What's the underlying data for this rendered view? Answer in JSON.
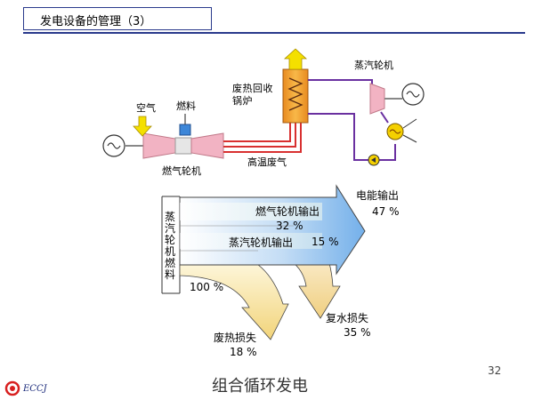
{
  "title": "发电设备的管理（3）",
  "labels": {
    "air": "空气",
    "fuel": "燃料",
    "gas_turbine": "燃气轮机",
    "hot_exhaust": "高温废气",
    "hrsg": "废热回收锅炉",
    "steam_turbine": "蒸汽轮机",
    "electric_output": "电能输出",
    "gt_output": "燃气轮机输出",
    "st_output": "蒸汽轮机输出",
    "condenser_loss": "复水损失",
    "exhaust_loss": "废热损失",
    "steam_turbine_fuel": "蒸汽轮机燃料"
  },
  "values": {
    "electric_output": "47 %",
    "gt_output": "32 %",
    "st_output": "15 %",
    "condenser_loss": "35 %",
    "exhaust_loss": "18 %",
    "fuel_input": "100 %"
  },
  "footer": "组合循环发电",
  "page_number": "32",
  "logo": "ECCJ",
  "colors": {
    "title_border": "#2a3a8c",
    "turbine": "#f2b3c3",
    "hrsg": "#f0a030",
    "arrow_blue": "#80b8ec",
    "arrow_yellow": "#f0d880",
    "pipe_red": "#d83030",
    "pipe_purple": "#6a30a0"
  }
}
